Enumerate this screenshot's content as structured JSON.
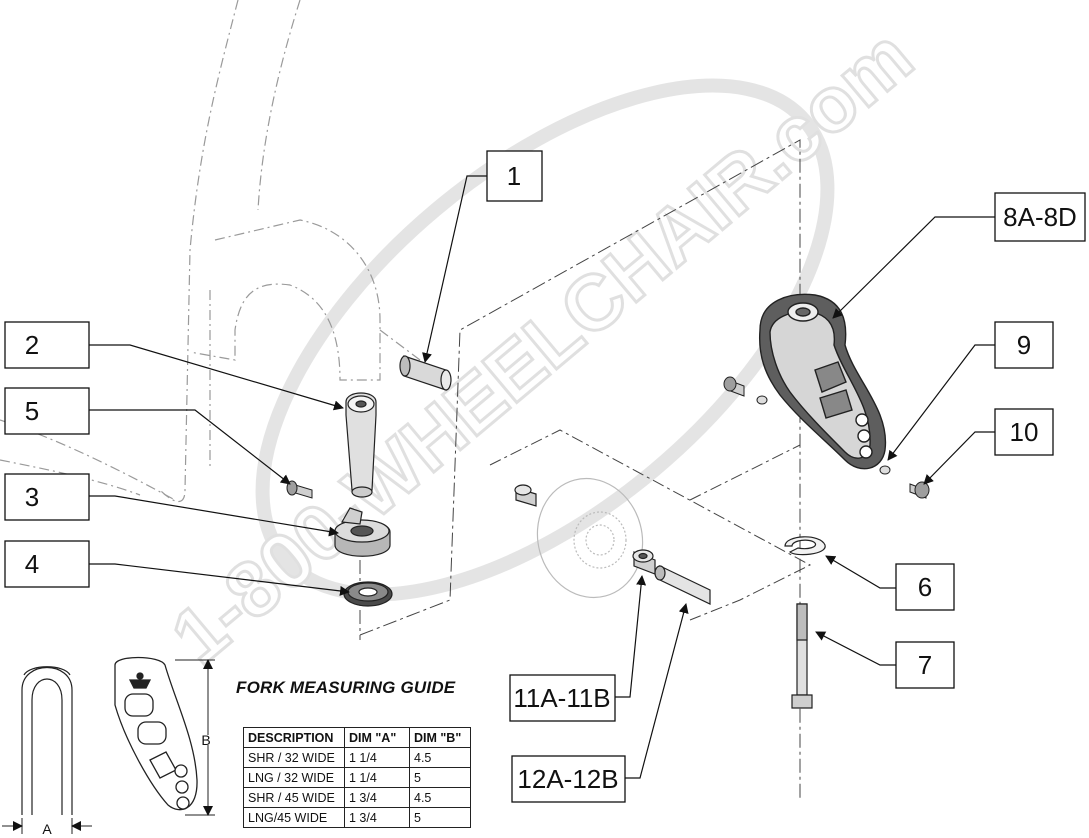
{
  "watermark": "1-800-WHEELCHAIR.com",
  "callouts": [
    {
      "id": "c1",
      "label": "1"
    },
    {
      "id": "c2",
      "label": "2"
    },
    {
      "id": "c5",
      "label": "5"
    },
    {
      "id": "c3",
      "label": "3"
    },
    {
      "id": "c4",
      "label": "4"
    },
    {
      "id": "c8",
      "label": "8A-8D"
    },
    {
      "id": "c9",
      "label": "9"
    },
    {
      "id": "c10",
      "label": "10"
    },
    {
      "id": "c6",
      "label": "6"
    },
    {
      "id": "c7",
      "label": "7"
    },
    {
      "id": "c11",
      "label": "11A-11B"
    },
    {
      "id": "c12",
      "label": "12A-12B"
    }
  ],
  "measuring_guide": {
    "title": "FORK MEASURING GUIDE",
    "dim_a_label": "A",
    "dim_b_label": "B",
    "headers": [
      "DESCRIPTION",
      "DIM \"A\"",
      "DIM \"B\""
    ],
    "rows": [
      [
        "SHR / 32 WIDE",
        "1 1/4",
        "4.5"
      ],
      [
        "LNG / 32 WIDE",
        "1 1/4",
        "5"
      ],
      [
        "SHR / 45 WIDE",
        "1 3/4",
        "4.5"
      ],
      [
        "LNG/45 WIDE",
        "1 3/4",
        "5"
      ]
    ]
  }
}
